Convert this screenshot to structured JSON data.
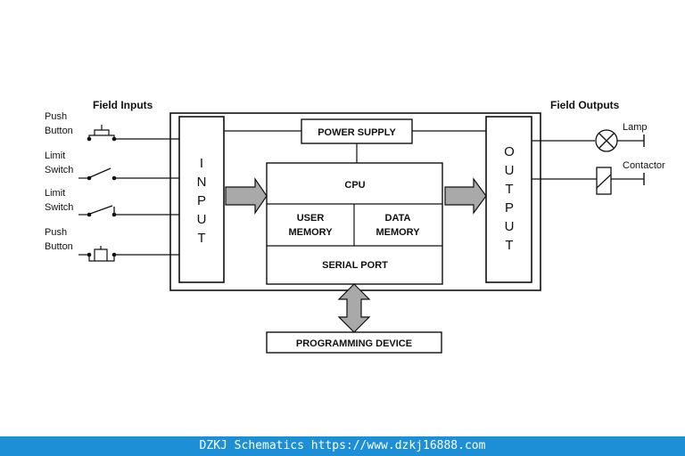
{
  "headers": {
    "field_inputs": "Field Inputs",
    "field_outputs": "Field Outputs"
  },
  "inputs": [
    {
      "line1": "Push",
      "line2": "Button"
    },
    {
      "line1": "Limit",
      "line2": "Switch"
    },
    {
      "line1": "Limit",
      "line2": "Switch"
    },
    {
      "line1": "Push",
      "line2": "Button"
    }
  ],
  "outputs": {
    "lamp": "Lamp",
    "contactor": "Contactor"
  },
  "blocks": {
    "input_letters": [
      "I",
      "N",
      "P",
      "U",
      "T"
    ],
    "output_letters": [
      "O",
      "U",
      "T",
      "P",
      "U",
      "T"
    ],
    "power_supply": "POWER SUPPLY",
    "cpu": "CPU",
    "user_memory_1": "USER",
    "user_memory_2": "MEMORY",
    "data_memory_1": "DATA",
    "data_memory_2": "MEMORY",
    "serial_port": "SERIAL PORT",
    "programming_device": "PROGRAMMING DEVICE"
  },
  "footer": "DZKJ Schematics https://www.dzkj16888.com"
}
